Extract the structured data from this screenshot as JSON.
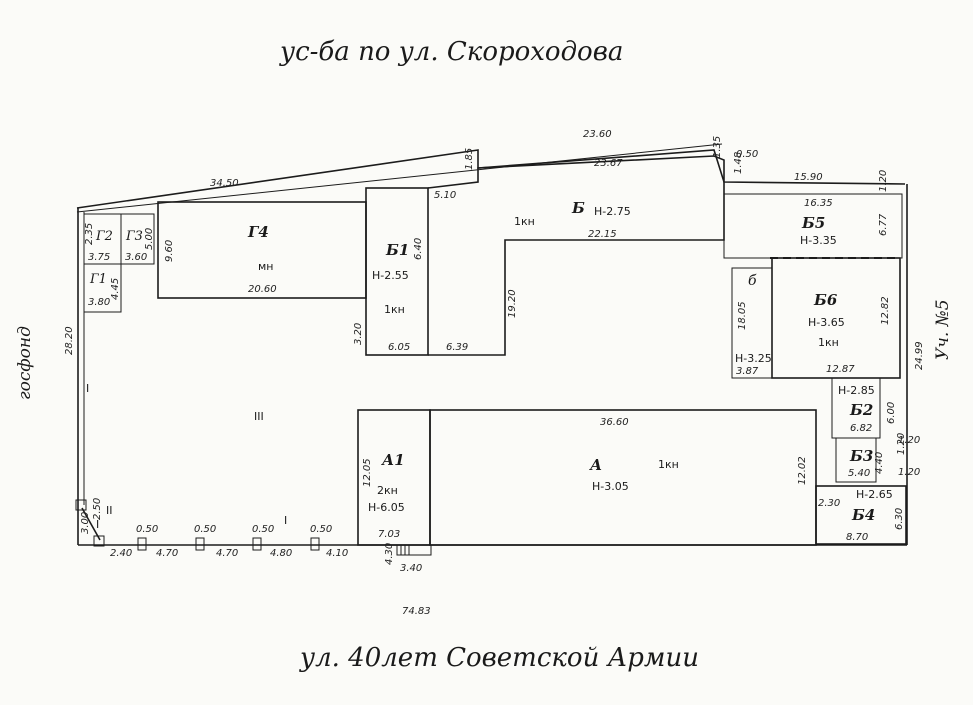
{
  "streets": {
    "top": "ус-ба по ул. Скороходова",
    "bottom": "ул. 40лет Советской Армии",
    "left": "госфонд",
    "right": "Уч. №5",
    "bottom_total": "74.83"
  },
  "rooms": [
    {
      "id": "g4",
      "name": "Г4",
      "note": "мн",
      "dim": "20.60"
    },
    {
      "id": "g2",
      "name": "Г2",
      "dim": "3.75"
    },
    {
      "id": "g3",
      "name": "Г3",
      "dim": "3.60"
    },
    {
      "id": "g1",
      "name": "Г1",
      "dim": "3.80"
    },
    {
      "id": "b1",
      "name": "Б1",
      "height": "Н-2.55",
      "floors": "1кн"
    },
    {
      "id": "b",
      "name": "Б",
      "height": "Н-2.75",
      "floors": "1кн"
    },
    {
      "id": "b5",
      "name": "Б5",
      "height": "Н-3.35"
    },
    {
      "id": "b_small",
      "name": "б",
      "height": "Н-3.25"
    },
    {
      "id": "b6",
      "name": "Б6",
      "height": "Н-3.65",
      "floors": "1кн"
    },
    {
      "id": "b2",
      "name": "Б2",
      "height": "Н-2.85"
    },
    {
      "id": "b3",
      "name": "Б3"
    },
    {
      "id": "b4",
      "name": "Б4",
      "height": "Н-2.65"
    },
    {
      "id": "a1",
      "name": "А1",
      "floors": "2кн",
      "height": "Н-6.05"
    },
    {
      "id": "a",
      "name": "А",
      "floors": "1кн",
      "height": "Н-3.05"
    }
  ],
  "dims": {
    "d2360": "23.60",
    "d2367": "23.67",
    "d3450": "34.50",
    "d1590": "15.90",
    "d1635": "16.35",
    "d2215": "22.15",
    "d1920": "19.20",
    "d1805": "18.05",
    "d1282": "12.82",
    "d1287": "12.87",
    "d3660": "36.60",
    "d2820": "28.20",
    "d2499": "24.99",
    "d1202": "12.02",
    "d1205": "12.05",
    "d703": "7.03",
    "d340": "3.40",
    "d605": "6.05",
    "d639": "6.39",
    "d640": "6.40",
    "d510": "5.10",
    "d185": "1.85",
    "d135": "1.35",
    "d050": "0.50",
    "d148": "1.48",
    "d120": "1.20",
    "d677": "6.77",
    "d960": "9.60",
    "d387": "3.87",
    "d682": "6.82",
    "d600": "6.00",
    "d540": "5.40",
    "d440": "4.40",
    "d870": "8.70",
    "d630": "6.30",
    "d230": "2.30",
    "d320": "3.20",
    "d430": "4.30",
    "d500": "5.00",
    "d240": "2.40",
    "d470a": "4.70",
    "d470b": "4.70",
    "d480": "4.80",
    "d410": "4.10",
    "d050a": "0.50",
    "d050b": "0.50",
    "d050c": "0.50",
    "d050d": "0.50",
    "d235": "2.35",
    "d445": "4.45",
    "d300": "3.00",
    "d250": "2.50",
    "d120b": "1.20",
    "d120c": "1.20",
    "d120d": "1.20"
  },
  "marks": {
    "m1": "I",
    "m2": "I",
    "m3": "II",
    "m4": "I",
    "m5": "III"
  },
  "colors": {
    "ink": "#1c1c1c",
    "paper": "#fbfbf8"
  }
}
